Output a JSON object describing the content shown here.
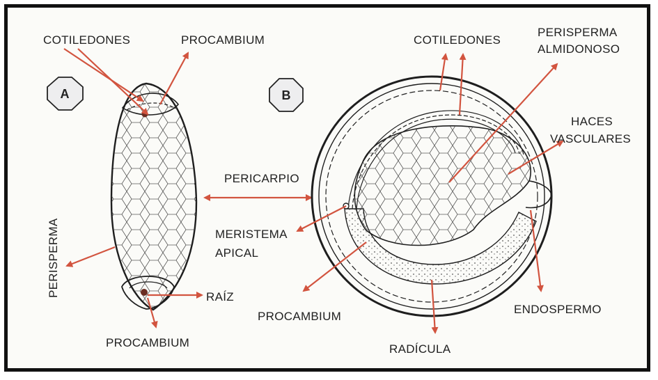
{
  "figure": {
    "panel_a": {
      "badge": "A",
      "labels": {
        "cotiledones": "COTILEDONES",
        "procambium_top": "PROCAMBIUM",
        "perisperma": "PERISPERMA",
        "raiz": "RAÍZ",
        "procambium_bottom": "PROCAMBIUM"
      }
    },
    "panel_b": {
      "badge": "B",
      "labels": {
        "cotiledones": "COTILEDONES",
        "perisperma_line1": "PERISPERMA",
        "perisperma_line2": "ALMIDONOSO",
        "haces_line1": "HACES",
        "haces_line2": "VASCULARES",
        "meristema_line1": "MERISTEMA",
        "meristema_line2": "APICAL",
        "procambium": "PROCAMBIUM",
        "radicula": "RADÍCULA",
        "endospermo": "ENDOSPERMO"
      }
    },
    "shared": {
      "pericarpio": "PERICARPIO"
    },
    "colors": {
      "arrow": "#d2543f",
      "ink": "#1e1e1e",
      "badge_fill": "#eeeeef"
    }
  }
}
